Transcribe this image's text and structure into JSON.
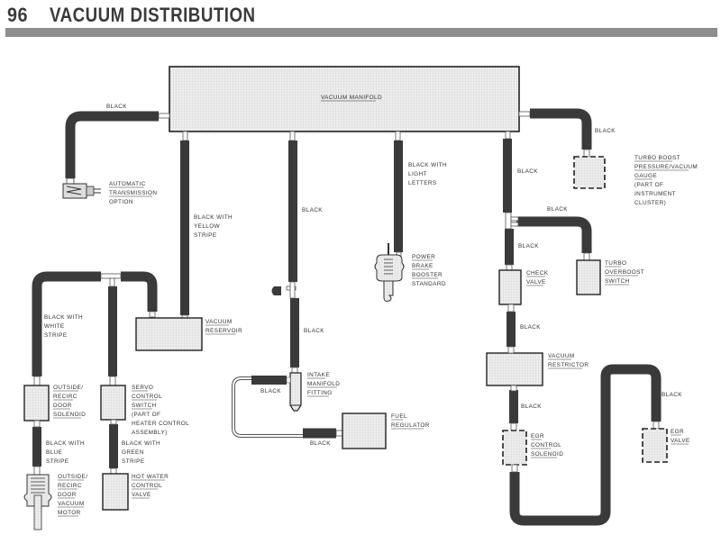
{
  "header": {
    "page_number": "96",
    "title": "VACUUM DISTRIBUTION"
  },
  "colors": {
    "hose": "#3a3a3a",
    "component_fill": "#e6e6e6",
    "title_bar": "#8e8e8e",
    "text": "#333333"
  },
  "components": {
    "vacuum_manifold": "VACUUM MANIFOLD",
    "automatic_transmission": [
      "AUTOMATIC",
      "TRANSMISSION",
      "OPTION"
    ],
    "turbo_gauge": [
      "TURBO BOOST",
      "PRESSURE/VACUUM",
      "GAUGE",
      "(PART OF",
      "INSTRUMENT",
      "CLUSTER)"
    ],
    "power_brake_booster": [
      "POWER",
      "BRAKE",
      "BOOSTER",
      "STANDARD"
    ],
    "turbo_overboost_switch": [
      "TURBO",
      "OVERBOOST",
      "SWITCH"
    ],
    "check_valve": [
      "CHECK",
      "VALVE"
    ],
    "vacuum_reservoir": [
      "VACUUM",
      "RESERVOIR"
    ],
    "vacuum_restrictor": [
      "VACUUM",
      "RESTRICTOR"
    ],
    "outside_recirc_door_solenoid": [
      "OUTSIDE/",
      "RECIRC",
      "DOOR",
      "SOLENOID"
    ],
    "servo_control_switch": [
      "SERVO",
      "CONTROL",
      "SWITCH",
      "(PART OF",
      "HEATER CONTROL",
      "ASSEMBLY)"
    ],
    "intake_manifold_fitting": [
      "INTAKE",
      "MANIFOLD",
      "FITTING"
    ],
    "fuel_regulator": [
      "FUEL",
      "REGULATOR"
    ],
    "egr_control_solenoid": [
      "EGR",
      "CONTROL",
      "SOLENOID"
    ],
    "egr_valve": [
      "EGR",
      "VALVE"
    ],
    "outside_recirc_door_vacuum_motor": [
      "OUTSIDE/",
      "RECIRC",
      "DOOR",
      "VACUUM",
      "MOTOR"
    ],
    "hot_water_control_valve": [
      "HOT WATER",
      "CONTROL",
      "VALVE"
    ]
  },
  "hoses": {
    "to_transmission": "BLACK",
    "to_reservoir": [
      "BLACK WITH",
      "YELLOW",
      "STRIPE"
    ],
    "to_intake_fitting": "BLACK",
    "to_brake_booster": [
      "BLACK WITH",
      "LIGHT",
      "LETTERS"
    ],
    "to_turbo_branch": "BLACK",
    "to_turbo_gauge": "BLACK",
    "to_overboost_switch": "BLACK",
    "to_check_valve": "BLACK",
    "to_restrictor": "BLACK",
    "to_egr_solenoid": "BLACK",
    "to_egr_valve": "BLACK",
    "to_recirc_solenoid": [
      "BLACK WITH",
      "WHITE",
      "STRIPE"
    ],
    "to_vacuum_motor": [
      "BLACK WITH",
      "BLUE",
      "STRIPE"
    ],
    "to_hot_water_valve": [
      "BLACK WITH",
      "GREEN",
      "STRIPE"
    ],
    "fitting_left": "BLACK",
    "fuel_regulator_hose": "BLACK"
  }
}
